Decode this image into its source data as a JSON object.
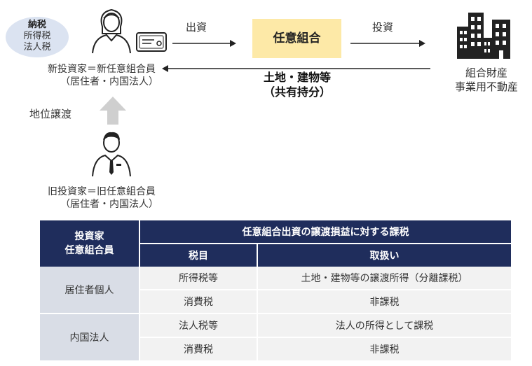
{
  "tax_bubble": {
    "title": "納税",
    "line1": "所得税",
    "line2": "法人税"
  },
  "new_investor": {
    "label": "新投資家＝新任意組合員",
    "sub": "（居住者・内国法人）"
  },
  "old_investor": {
    "label": "旧投資家＝旧任意組合員",
    "sub": "（居住者・内国法人）"
  },
  "transfer_label": "地位譲渡",
  "investment_label": "出資",
  "partnership_label": "任意組合",
  "invest_label": "投資",
  "assets": {
    "line1": "組合財産",
    "line2": "事業用不動産"
  },
  "land_share": {
    "line1": "土地・建物等",
    "line2": "（共有持分）"
  },
  "colors": {
    "header_navy": "#1f2d5c",
    "partnership_fill": "#fde9a7",
    "bubble_fill": "#dbe3f1",
    "row_label_fill": "#d9dde6",
    "cell_fill": "#f2f2f2"
  },
  "table": {
    "corner_line1": "投資家",
    "corner_line2": "任意組合員",
    "title": "任意組合出資の譲渡損益に対する課税",
    "col_tax": "税目",
    "col_treatment": "取扱い",
    "groups": [
      {
        "label": "居住者個人",
        "rows": [
          {
            "tax": "所得税等",
            "treatment": "土地・建物等の譲渡所得（分離課税）"
          },
          {
            "tax": "消費税",
            "treatment": "非課税"
          }
        ]
      },
      {
        "label": "内国法人",
        "rows": [
          {
            "tax": "法人税等",
            "treatment": "法人の所得として課税"
          },
          {
            "tax": "消費税",
            "treatment": "非課税"
          }
        ]
      }
    ]
  }
}
